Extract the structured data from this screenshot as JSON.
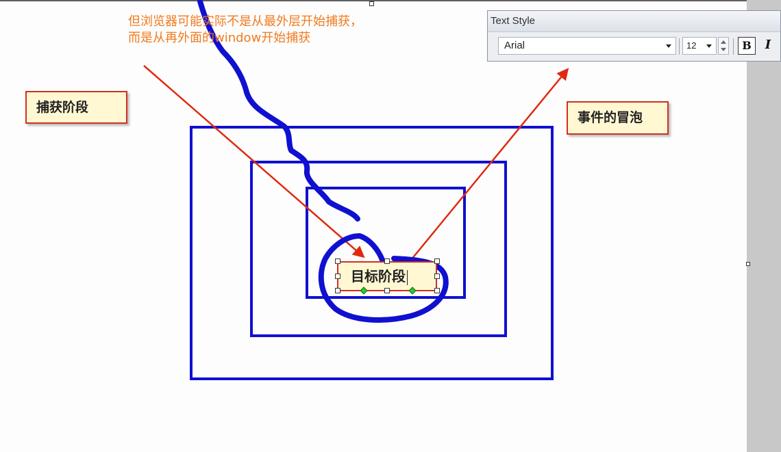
{
  "annotation_note": {
    "line1": "但浏览器可能实际不是从最外层开始捕获，",
    "line2": "而是从再外面的window开始捕获"
  },
  "callouts": {
    "capture_phase": "捕获阶段",
    "bubbling_phase": "事件的冒泡",
    "target_phase": "目标阶段"
  },
  "toolbar": {
    "title": "Text Style",
    "font_family": "Arial",
    "font_size": "12",
    "bold_label": "B",
    "italic_label": "I"
  },
  "colors": {
    "note_text": "#f07a1e",
    "callout_fill": "#fff8d2",
    "callout_border": "#d03020",
    "frames": "#1010d0",
    "scribble": "#1010d0",
    "arrows": "#e02a10"
  }
}
